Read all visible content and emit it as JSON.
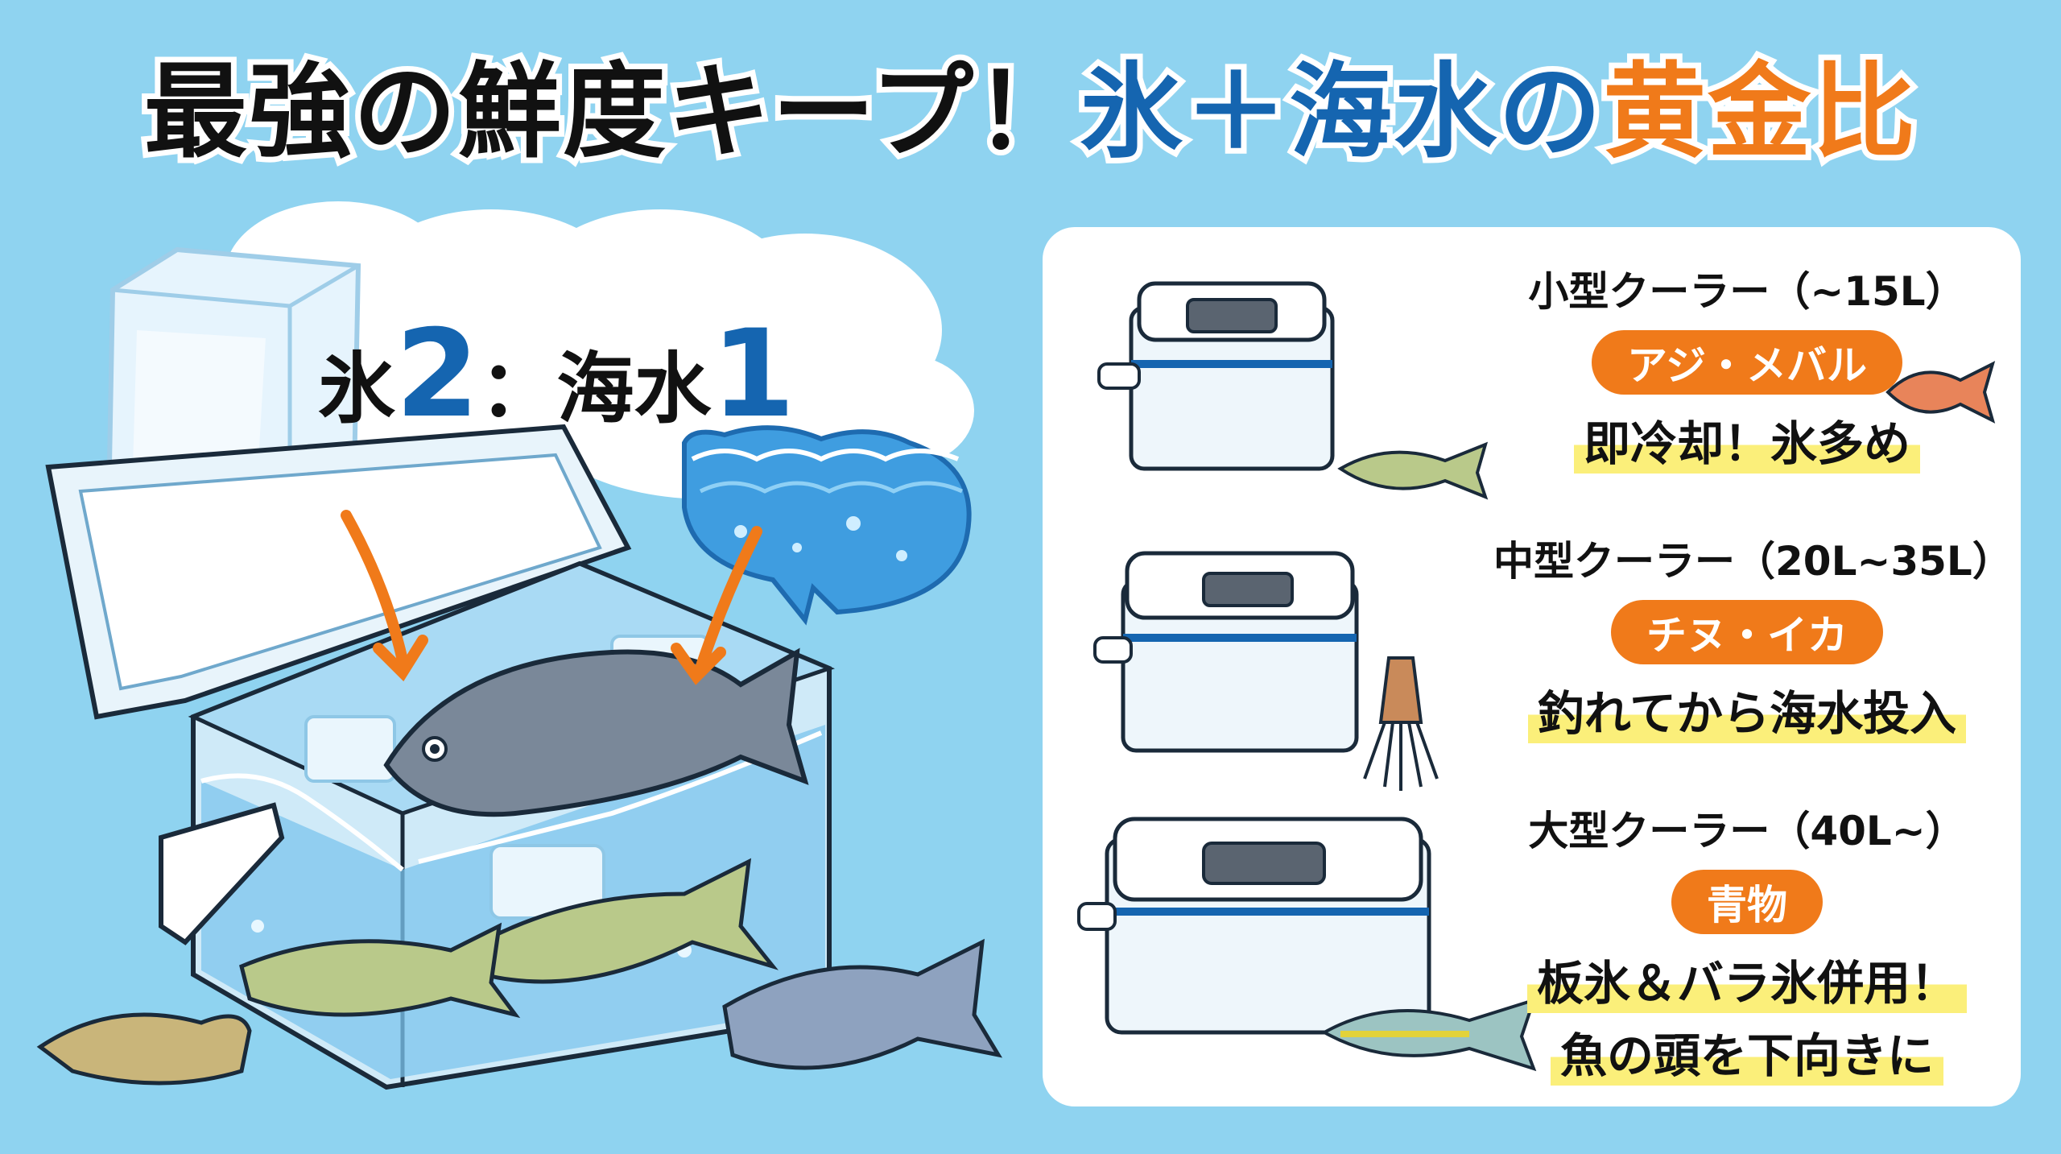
{
  "title": {
    "part1": "最強の鮮度キープ！",
    "part2": "氷＋海水の",
    "part3": "黄金比"
  },
  "ratio": {
    "ice_label": "氷",
    "ice_value": "2",
    "separator": "：",
    "sea_label": "海水",
    "sea_value": "1"
  },
  "coolers": [
    {
      "size": "小型クーラー（~15L）",
      "fish": "アジ・メバル",
      "tips": [
        "即冷却！氷多め"
      ]
    },
    {
      "size": "中型クーラー（20L~35L）",
      "fish": "チヌ・イカ",
      "tips": [
        "釣れてから海水投入"
      ]
    },
    {
      "size": "大型クーラー（40L~）",
      "fish": "青物",
      "tips": [
        "板氷＆バラ氷併用！",
        "魚の頭を下向きに"
      ]
    }
  ],
  "colors": {
    "background": "#8fd3f0",
    "accent_blue": "#1565b0",
    "accent_orange": "#f07a1a",
    "highlight_yellow": "#fbef7a"
  }
}
